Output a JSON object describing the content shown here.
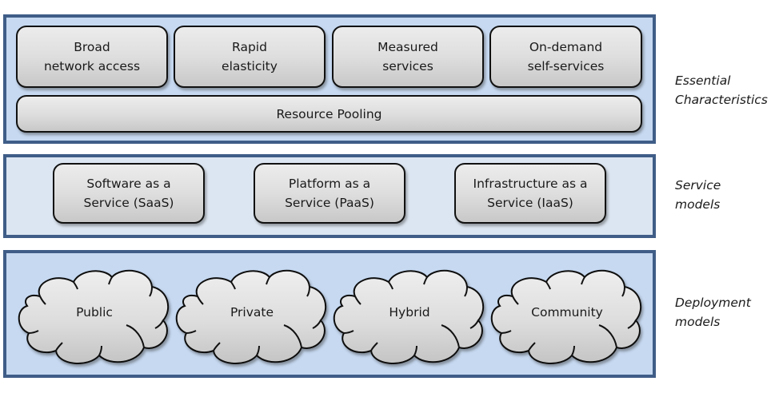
{
  "diagram": {
    "layers": [
      {
        "id": "essential",
        "label": "Essential\nCharacteristics",
        "items": [
          "Broad\nnetwork access",
          "Rapid\nelasticity",
          "Measured\nservices",
          "On-demand\nself-services"
        ],
        "foundation": "Resource Pooling",
        "background": "#c6d9f1"
      },
      {
        "id": "service",
        "label": "Service\nmodels",
        "items": [
          "Software as a\nService (SaaS)",
          "Platform as a\nService (PaaS)",
          "Infrastructure as a\nService (IaaS)"
        ],
        "background": "#dce6f2"
      },
      {
        "id": "deployment",
        "label": "Deployment\nmodels",
        "items": [
          "Public",
          "Private",
          "Hybrid",
          "Community"
        ],
        "item_shape": "cloud-icon",
        "background": "#c6d9f1"
      }
    ],
    "colors": {
      "panel_border": "#3f5d87",
      "box_border": "#111111",
      "box_fill_top": "#ececec",
      "box_fill_bottom": "#c8c8c8"
    }
  }
}
